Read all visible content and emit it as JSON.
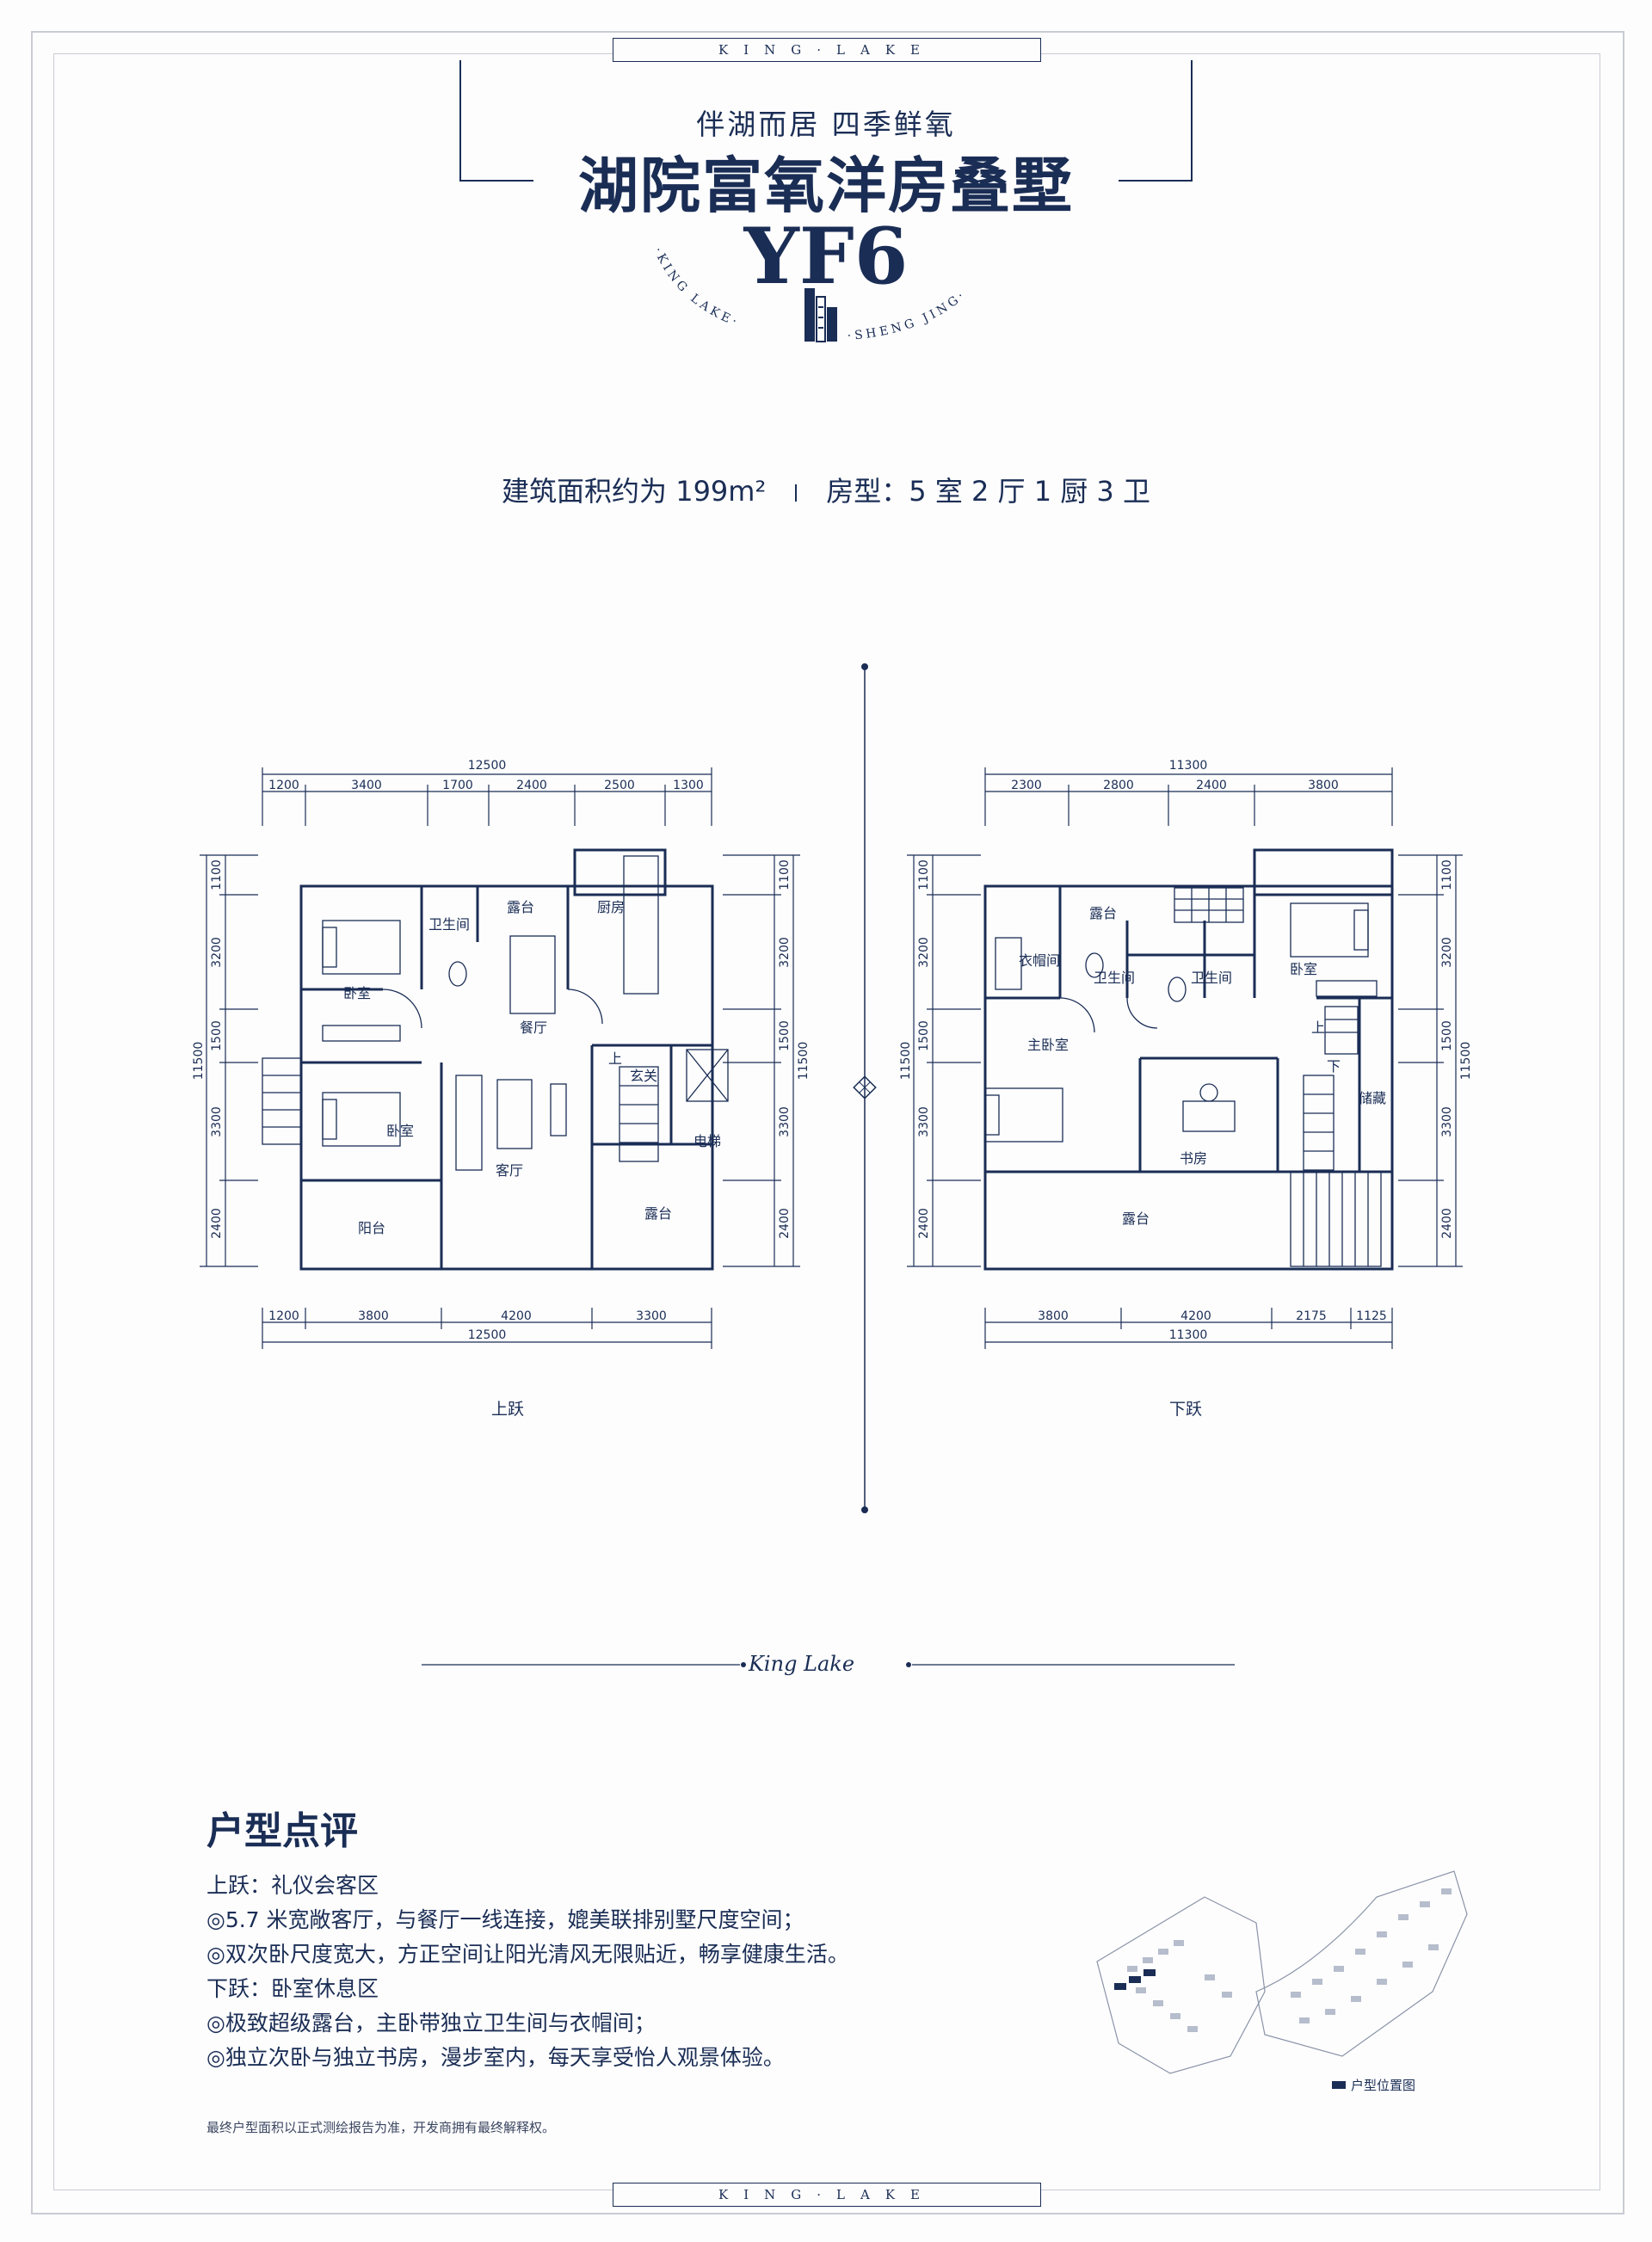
{
  "brand": {
    "top_tab": "KING·LAKE",
    "bottom_tab": "KING·LAKE",
    "arc_left": "·KING LAKE·",
    "arc_right": "·SHENG JING·",
    "divider_text": "King Lake"
  },
  "slogan": "伴湖而居  四季鲜氧",
  "title": "湖院富氧洋房叠墅",
  "model": "YF6",
  "specs": {
    "area": "建筑面积约为 199m²",
    "layout": "房型：5 室 2 厅 1 厨 3 卫"
  },
  "upper_plan": {
    "label": "上跃",
    "top_total": "12500",
    "top_dims": [
      "1200",
      "3400",
      "1700",
      "2400",
      "2500",
      "1300"
    ],
    "bottom_dims": [
      "1200",
      "3800",
      "4200",
      "3300"
    ],
    "bottom_total": "12500",
    "left_dims": [
      "1100",
      "3200",
      "1500",
      "3300",
      "2400"
    ],
    "left_total": "11500",
    "right_dims": [
      "1100",
      "3200",
      "1500",
      "3300",
      "2400"
    ],
    "right_total": "11500",
    "rooms": [
      "卧室",
      "卫生间",
      "露台",
      "厨房",
      "餐厅",
      "卧室",
      "客厅",
      "玄关",
      "电梯",
      "阳台",
      "露台"
    ],
    "stair_mark": "上"
  },
  "lower_plan": {
    "label": "下跃",
    "top_total": "11300",
    "top_dims": [
      "2300",
      "2800",
      "2400",
      "3800"
    ],
    "bottom_dims": [
      "3800",
      "4200",
      "2175",
      "1125"
    ],
    "bottom_total": "11300",
    "left_dims": [
      "1100",
      "3200",
      "1500",
      "3300",
      "2400"
    ],
    "left_total": "11500",
    "right_dims": [
      "1100",
      "3200",
      "1500",
      "3300",
      "2400"
    ],
    "right_total": "11500",
    "rooms": [
      "露台",
      "衣帽间",
      "卫生间",
      "卫生间",
      "卧室",
      "主卧室",
      "书房",
      "储藏",
      "露台"
    ],
    "stair_marks": [
      "上",
      "下"
    ]
  },
  "review": {
    "title": "户型点评",
    "lines": [
      "上跃：礼仪会客区",
      "◎5.7 米宽敞客厅，与餐厅一线连接，媲美联排别墅尺度空间；",
      "◎双次卧尺度宽大，方正空间让阳光清风无限贴近，畅享健康生活。",
      "下跃：卧室休息区",
      "◎极致超级露台，主卧带独立卫生间与衣帽间；",
      "◎独立次卧与独立书房，漫步室内，每天享受怡人观景体验。"
    ]
  },
  "legend": "户型位置图",
  "disclaimer": "最终户型面积以正式测绘报告为准，开发商拥有最终解释权。",
  "colors": {
    "primary": "#1a2d55",
    "frame": "#c9ccd4",
    "background": "#fdfdfd"
  }
}
